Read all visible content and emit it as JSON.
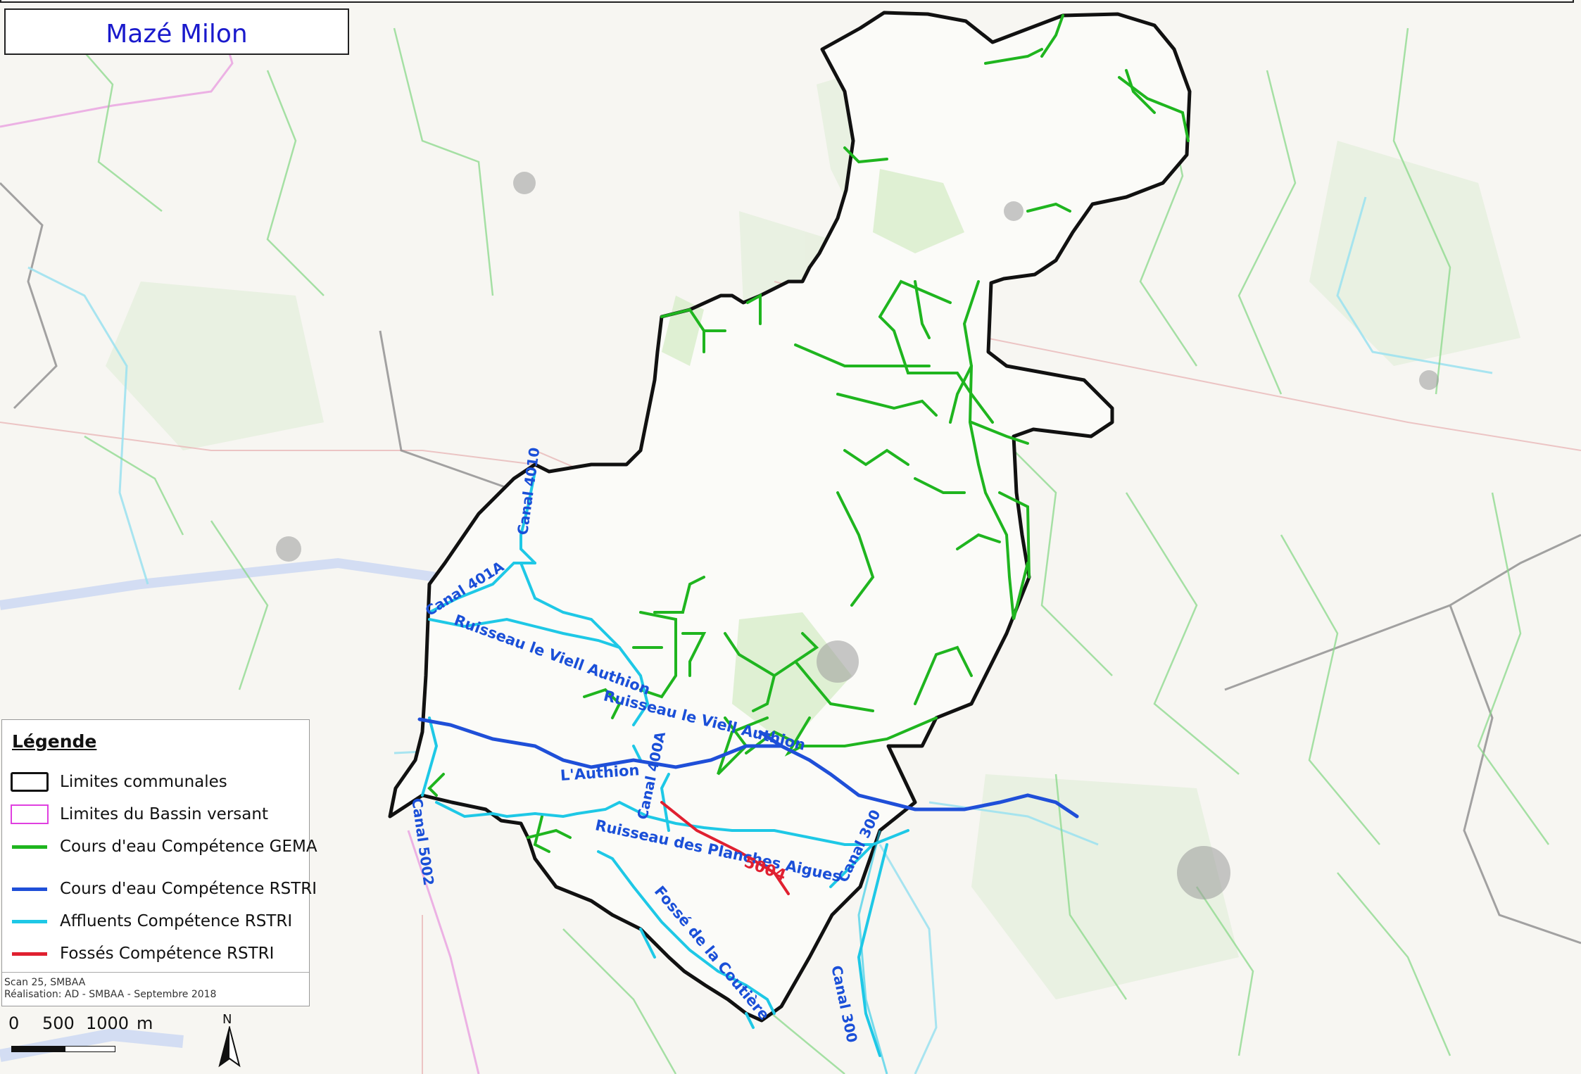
{
  "title": "Mazé Milon",
  "legend": {
    "heading": "Légende",
    "items": [
      {
        "label": "Limites communales",
        "symbol": "box",
        "color": "#111111"
      },
      {
        "label": "Limites du Bassin versant",
        "symbol": "box",
        "color": "#e040e0"
      },
      {
        "label": "Cours d'eau Compétence GEMA",
        "symbol": "line",
        "color": "#1fb51f"
      },
      {
        "label": "Cours d'eau Compétence RSTRI",
        "symbol": "line",
        "color": "#1f4fd8"
      },
      {
        "label": "Affluents Compétence RSTRI",
        "symbol": "line",
        "color": "#1ec8e6"
      },
      {
        "label": "Fossés Compétence RSTRI",
        "symbol": "line",
        "color": "#e02030"
      }
    ]
  },
  "credits": {
    "line1": "Scan 25, SMBAA",
    "line2": "Réalisation: AD - SMBAA - Septembre 2018"
  },
  "scale": {
    "labels": [
      "0",
      "500",
      "1000",
      "m"
    ]
  },
  "north": {
    "label": "N"
  },
  "watercourse_labels": [
    {
      "text": "Canal 4010"
    },
    {
      "text": "Canal 401A"
    },
    {
      "text": "Ruisseau le Viell Authion"
    },
    {
      "text": "Ruisseau le Viell Authion"
    },
    {
      "text": "L'Authion"
    },
    {
      "text": "Canal 400A"
    },
    {
      "text": "Canal 5002"
    },
    {
      "text": "Ruisseau des Planches Aigues"
    },
    {
      "text": "5004"
    },
    {
      "text": "Fossé de la Coutière"
    },
    {
      "text": "Canal 300"
    },
    {
      "text": "Canal 300"
    }
  ]
}
